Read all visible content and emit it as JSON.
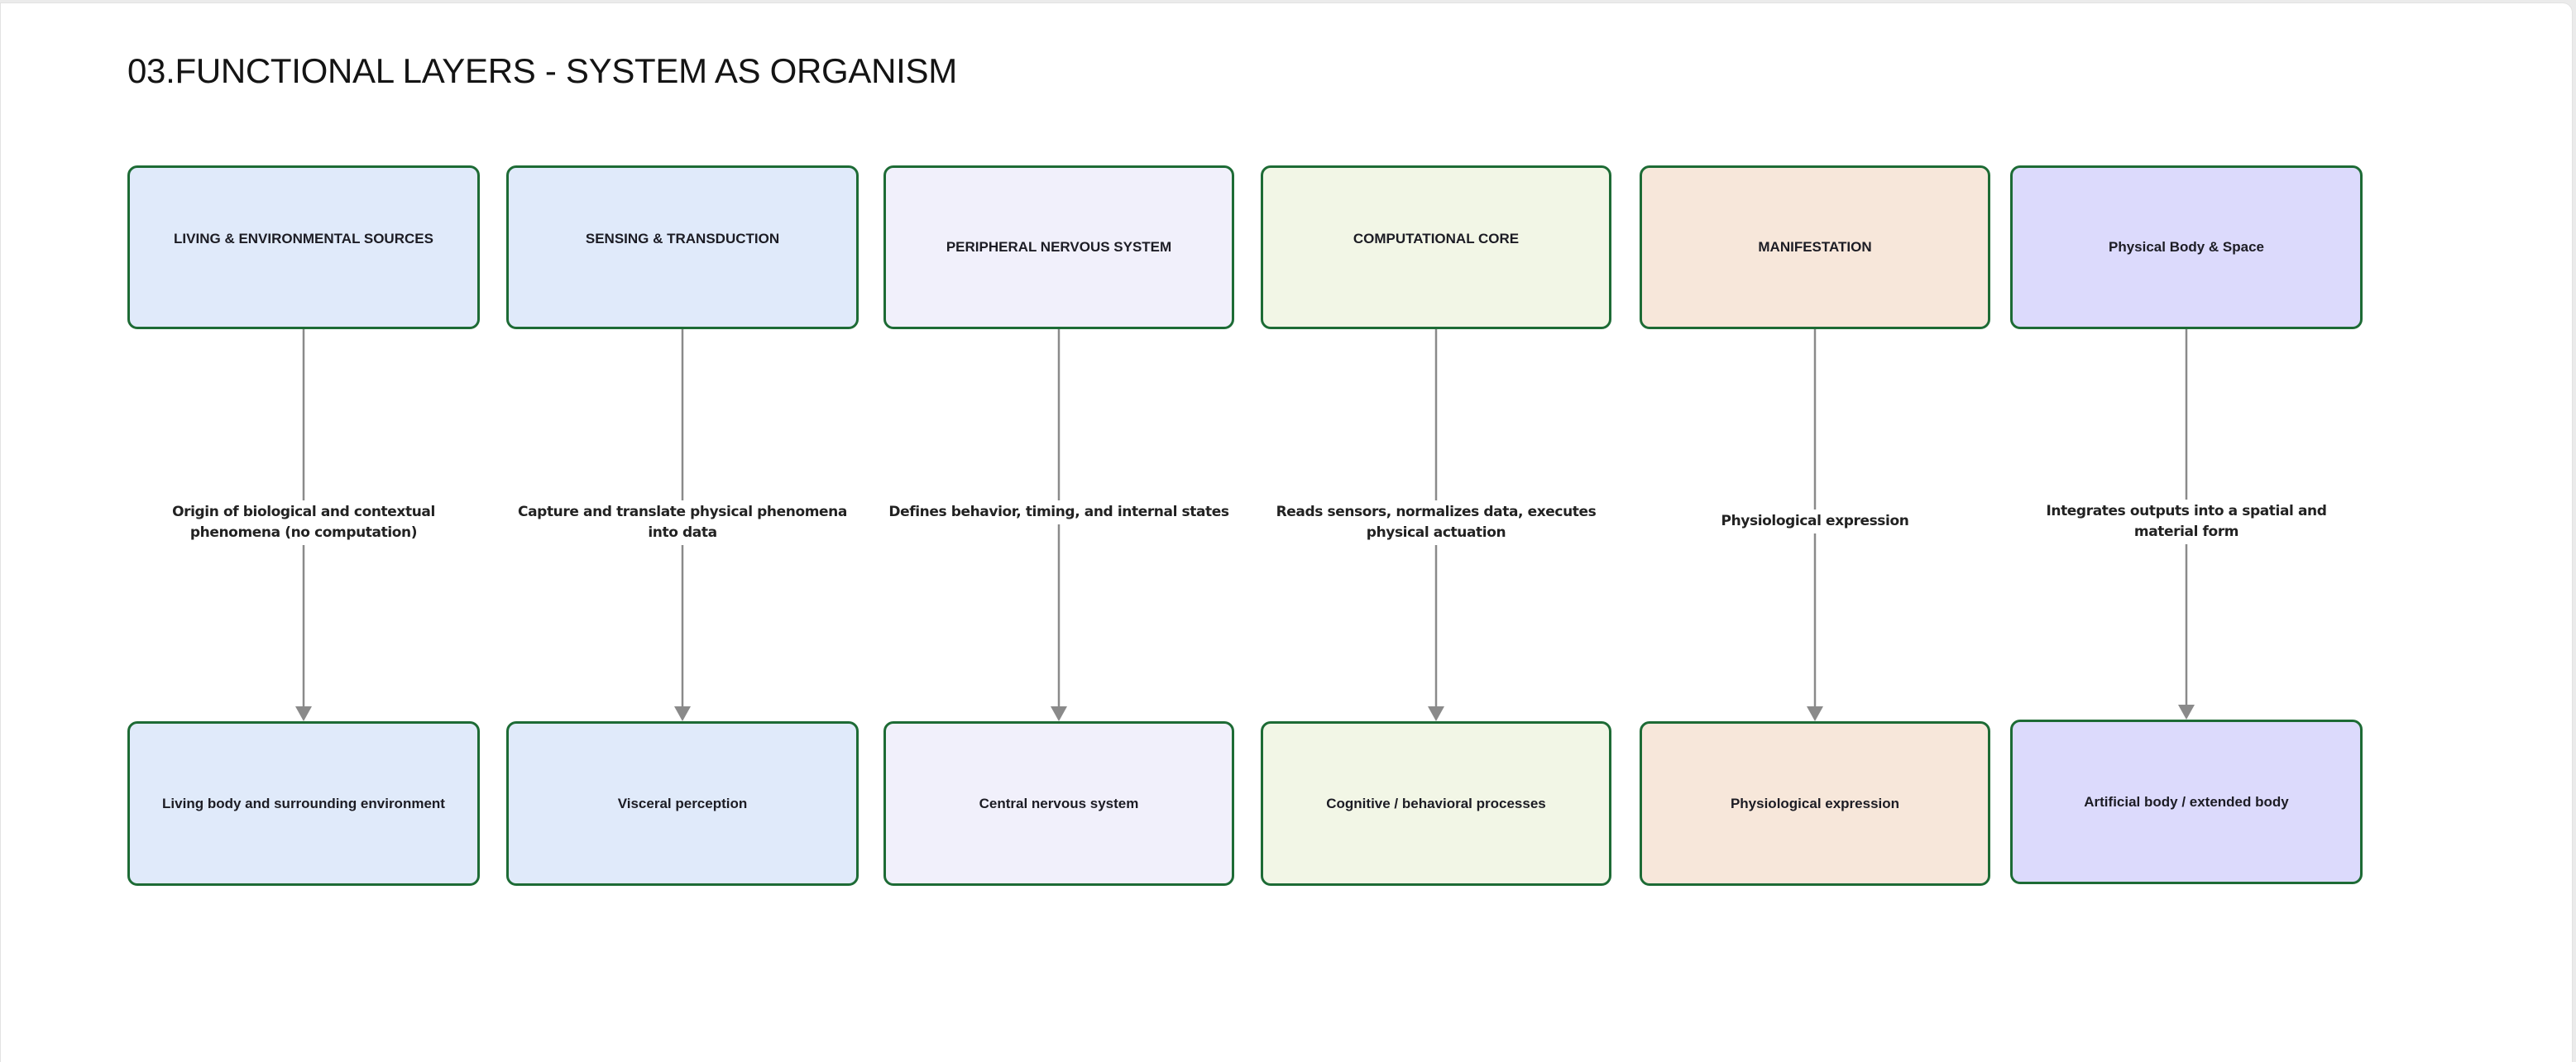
{
  "title": "03.FUNCTIONAL LAYERS - SYSTEM AS ORGANISM",
  "colors": {
    "node_border": "#1d6b35",
    "edge_stroke": "#8a8a8a",
    "text": "#1c1c24"
  },
  "columns": [
    {
      "source": {
        "label": "LIVING & ENVIRONMENTAL SOURCES",
        "fill": "#e0eafa"
      },
      "edge_label": "Origin of biological and contextual phenomena (no computation)",
      "target": {
        "label": "Living body and surrounding environment",
        "fill": "#e0eafa"
      }
    },
    {
      "source": {
        "label": "SENSING & TRANSDUCTION",
        "fill": "#e0eafa"
      },
      "edge_label": "Capture and translate physical phenomena into data",
      "target": {
        "label": "Visceral perception",
        "fill": "#e0eafa"
      }
    },
    {
      "source": {
        "label": "PERIPHERAL NERVOUS SYSTEM",
        "fill": "#f1f0fb"
      },
      "edge_label": "Defines behavior, timing, and internal states",
      "target": {
        "label": "Central nervous system",
        "fill": "#f1f0fb"
      }
    },
    {
      "source": {
        "label": "COMPUTATIONAL CORE",
        "fill": "#f2f6e6"
      },
      "edge_label": "Reads sensors, normalizes data, executes physical actuation",
      "target": {
        "label": "Cognitive / behavioral processes",
        "fill": "#f2f6e6"
      }
    },
    {
      "source": {
        "label": "MANIFESTATION",
        "fill": "#f7e7da"
      },
      "edge_label": "Physiological expression",
      "target": {
        "label": "Physiological expression",
        "fill": "#f7e7da"
      }
    },
    {
      "source": {
        "label": "Physical Body & Space",
        "fill": "#dcdafc"
      },
      "edge_label": "Integrates outputs into a spatial and material form",
      "target": {
        "label": "Artificial body / extended body",
        "fill": "#dcdafc"
      }
    }
  ]
}
